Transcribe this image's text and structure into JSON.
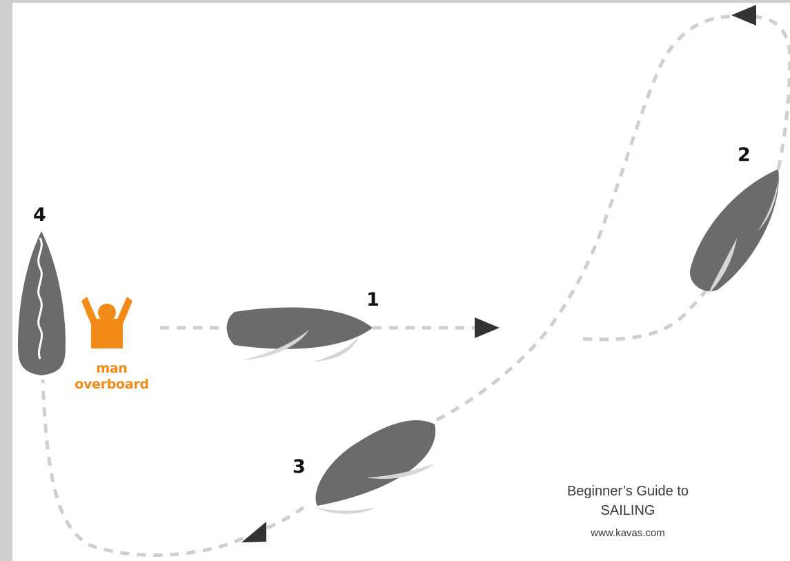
{
  "labels": {
    "step1": "1",
    "step2": "2",
    "step3": "3",
    "step4": "4"
  },
  "man_overboard": {
    "line1": "man",
    "line2": "overboard",
    "color": "#f28b18",
    "icon": "person-arms-raised-icon"
  },
  "credit": {
    "title_line1": "Beginner’s Guide to",
    "title_line2": "SAILING",
    "url": "www.kavas.com"
  },
  "colors": {
    "hull": "#6b6b6b",
    "sail": "#d6d6d6",
    "path": "#cfcfcf",
    "arrow": "#333333",
    "background": "#ffffff"
  }
}
